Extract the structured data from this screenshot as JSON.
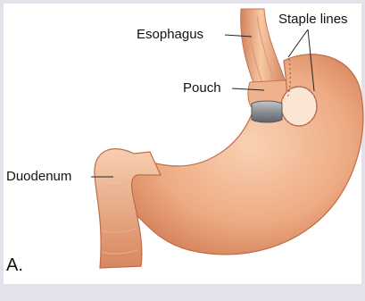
{
  "figure": {
    "panel_letter": "A.",
    "labels": {
      "esophagus": "Esophagus",
      "staple_lines": "Staple lines",
      "pouch": "Pouch",
      "duodenum": "Duodenum"
    }
  },
  "colors": {
    "background": "#e4e1eb",
    "panel": "#ffffff",
    "tissue_light": "#f6c7a3",
    "tissue_mid": "#e9a079",
    "tissue_dark": "#c9734c",
    "band": "#8c8f96",
    "leader_line": "#222222"
  }
}
